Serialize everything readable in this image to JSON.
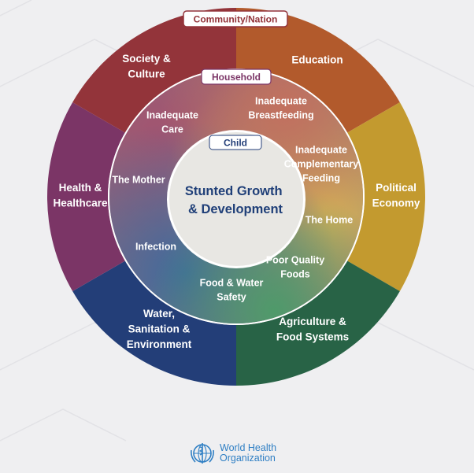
{
  "diagram": {
    "outer_ring": {
      "tag": "Community/Nation",
      "segments": [
        {
          "lines": [
            "Education"
          ],
          "color": "#b25a2c"
        },
        {
          "lines": [
            "Political",
            "Economy"
          ],
          "color": "#c39a2f"
        },
        {
          "lines": [
            "Agriculture &",
            "Food Systems"
          ],
          "color": "#286346"
        },
        {
          "lines": [
            "Water,",
            "Sanitation &",
            "Environment"
          ],
          "color": "#233e78"
        },
        {
          "lines": [
            "Health &",
            "Healthcare"
          ],
          "color": "#7b3566"
        },
        {
          "lines": [
            "Society &",
            "Culture"
          ],
          "color": "#93343a"
        }
      ]
    },
    "middle_ring": {
      "tag": "Household",
      "labels": [
        {
          "lines": [
            "Inadequate",
            "Breastfeeding"
          ]
        },
        {
          "lines": [
            "Inadequate",
            "Complementary",
            "Feeding"
          ]
        },
        {
          "lines": [
            "The Home"
          ]
        },
        {
          "lines": [
            "Poor Quality",
            "Foods"
          ]
        },
        {
          "lines": [
            "Food & Water",
            "Safety"
          ]
        },
        {
          "lines": [
            "Infection"
          ]
        },
        {
          "lines": [
            "The Mother"
          ]
        },
        {
          "lines": [
            "Inadequate",
            "Care"
          ]
        }
      ]
    },
    "center": {
      "tag": "Child",
      "lines": [
        "Stunted Growth",
        "& Development"
      ]
    }
  },
  "footer": {
    "icon": "world-health-organization-emblem",
    "line1": "World Health",
    "line2": "Organization"
  }
}
